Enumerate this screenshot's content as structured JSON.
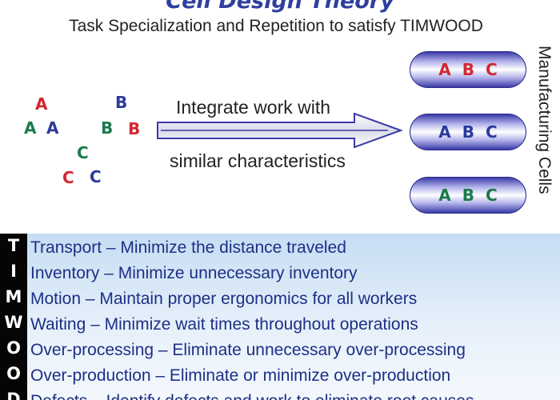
{
  "title": "Cell Design Theory",
  "subtitle": "Task Specialization and Repetition to satisfy TIMWOOD",
  "colors": {
    "a": "#d22730",
    "b": "#2a3a9c",
    "c": "#1a7a4a",
    "title": "#2f3f9e",
    "body_text": "#1d2f86"
  },
  "scatter_letters": [
    {
      "text": "A",
      "color": "a"
    },
    {
      "text": "A",
      "color": "c"
    },
    {
      "text": "A",
      "color": "b"
    },
    {
      "text": "B",
      "color": "b"
    },
    {
      "text": "B",
      "color": "c"
    },
    {
      "text": "B",
      "color": "a"
    },
    {
      "text": "C",
      "color": "c"
    },
    {
      "text": "C",
      "color": "a"
    },
    {
      "text": "C",
      "color": "b"
    }
  ],
  "arrow": {
    "line1": "Integrate work with",
    "line2": "similar characteristics"
  },
  "cells": [
    {
      "letters": [
        "A",
        "B",
        "C"
      ],
      "color": "a"
    },
    {
      "letters": [
        "A",
        "B",
        "C"
      ],
      "color": "b"
    },
    {
      "letters": [
        "A",
        "B",
        "C"
      ],
      "color": "c"
    }
  ],
  "cells_label": "Manufacturing Cells",
  "timwood": [
    {
      "letter": "T",
      "text": "Transport – Minimize the distance traveled"
    },
    {
      "letter": "I",
      "text": "Inventory – Minimize unnecessary inventory"
    },
    {
      "letter": "M",
      "text": "Motion – Maintain proper ergonomics for all workers"
    },
    {
      "letter": "W",
      "text": "Waiting – Minimize wait times throughout operations"
    },
    {
      "letter": "O",
      "text": "Over-processing – Eliminate unnecessary over-processing"
    },
    {
      "letter": "O",
      "text": "Over-production – Eliminate or minimize over-production"
    },
    {
      "letter": "D",
      "text": "Defects – Identify defects and work to eliminate root causes"
    }
  ]
}
